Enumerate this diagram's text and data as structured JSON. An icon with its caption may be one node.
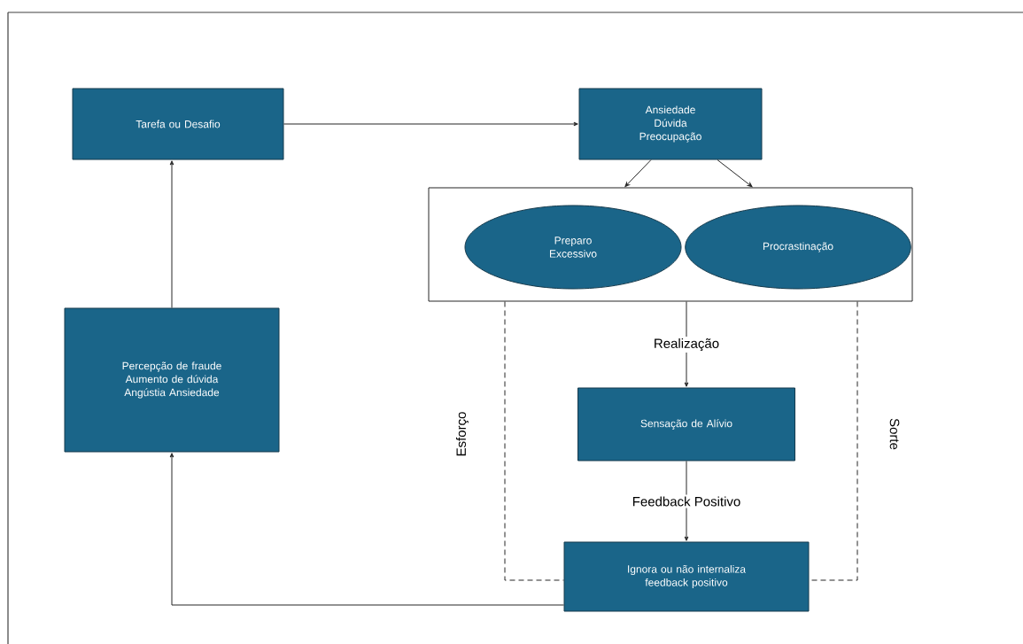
{
  "diagram": {
    "nodes": [
      {
        "text": [
          "Tarefa ou Desafio"
        ]
      },
      {
        "text": [
          "Ansiedade Dúvida Preocupação"
        ]
      },
      {
        "text": [],
        "shape": "box"
      },
      {
        "text": [
          "Preparo Excessivo"
        ],
        "in": 2
      },
      {
        "text": [
          "Procrastinação"
        ],
        "in": 2
      },
      {
        "text": [
          "Percepção de fraude Aumento de dúvida Angústia Ansiedade"
        ]
      },
      {
        "text": [
          "Sensação de Alívio"
        ]
      },
      {
        "text": [
          "Ignora ou não internaliza feedback positivo"
        ]
      }
    ],
    "edges": [
      {
        "from": 0,
        "to": 1,
        "arrow": "to"
      },
      {
        "from": 1,
        "to": 2,
        "arrow": "to"
      },
      {
        "from": 1,
        "to": 2,
        "arrow": "to"
      },
      {
        "from": 2,
        "to": 6,
        "arrow": "to",
        "label": "Realização"
      },
      {
        "from": 6,
        "to": 7,
        "arrow": "to",
        "label": "Feedback Positivo"
      },
      {
        "from": 2,
        "to": 7,
        "arrow": "none",
        "style": "dashed",
        "label": "Esforço"
      },
      {
        "from": 2,
        "to": 7,
        "arrow": "none",
        "style": "dashed",
        "label": "Sorte"
      },
      {
        "from": 7,
        "to": 5,
        "arrow": "to"
      },
      {
        "from": 5,
        "to": 0,
        "arrow": "to"
      }
    ]
  }
}
